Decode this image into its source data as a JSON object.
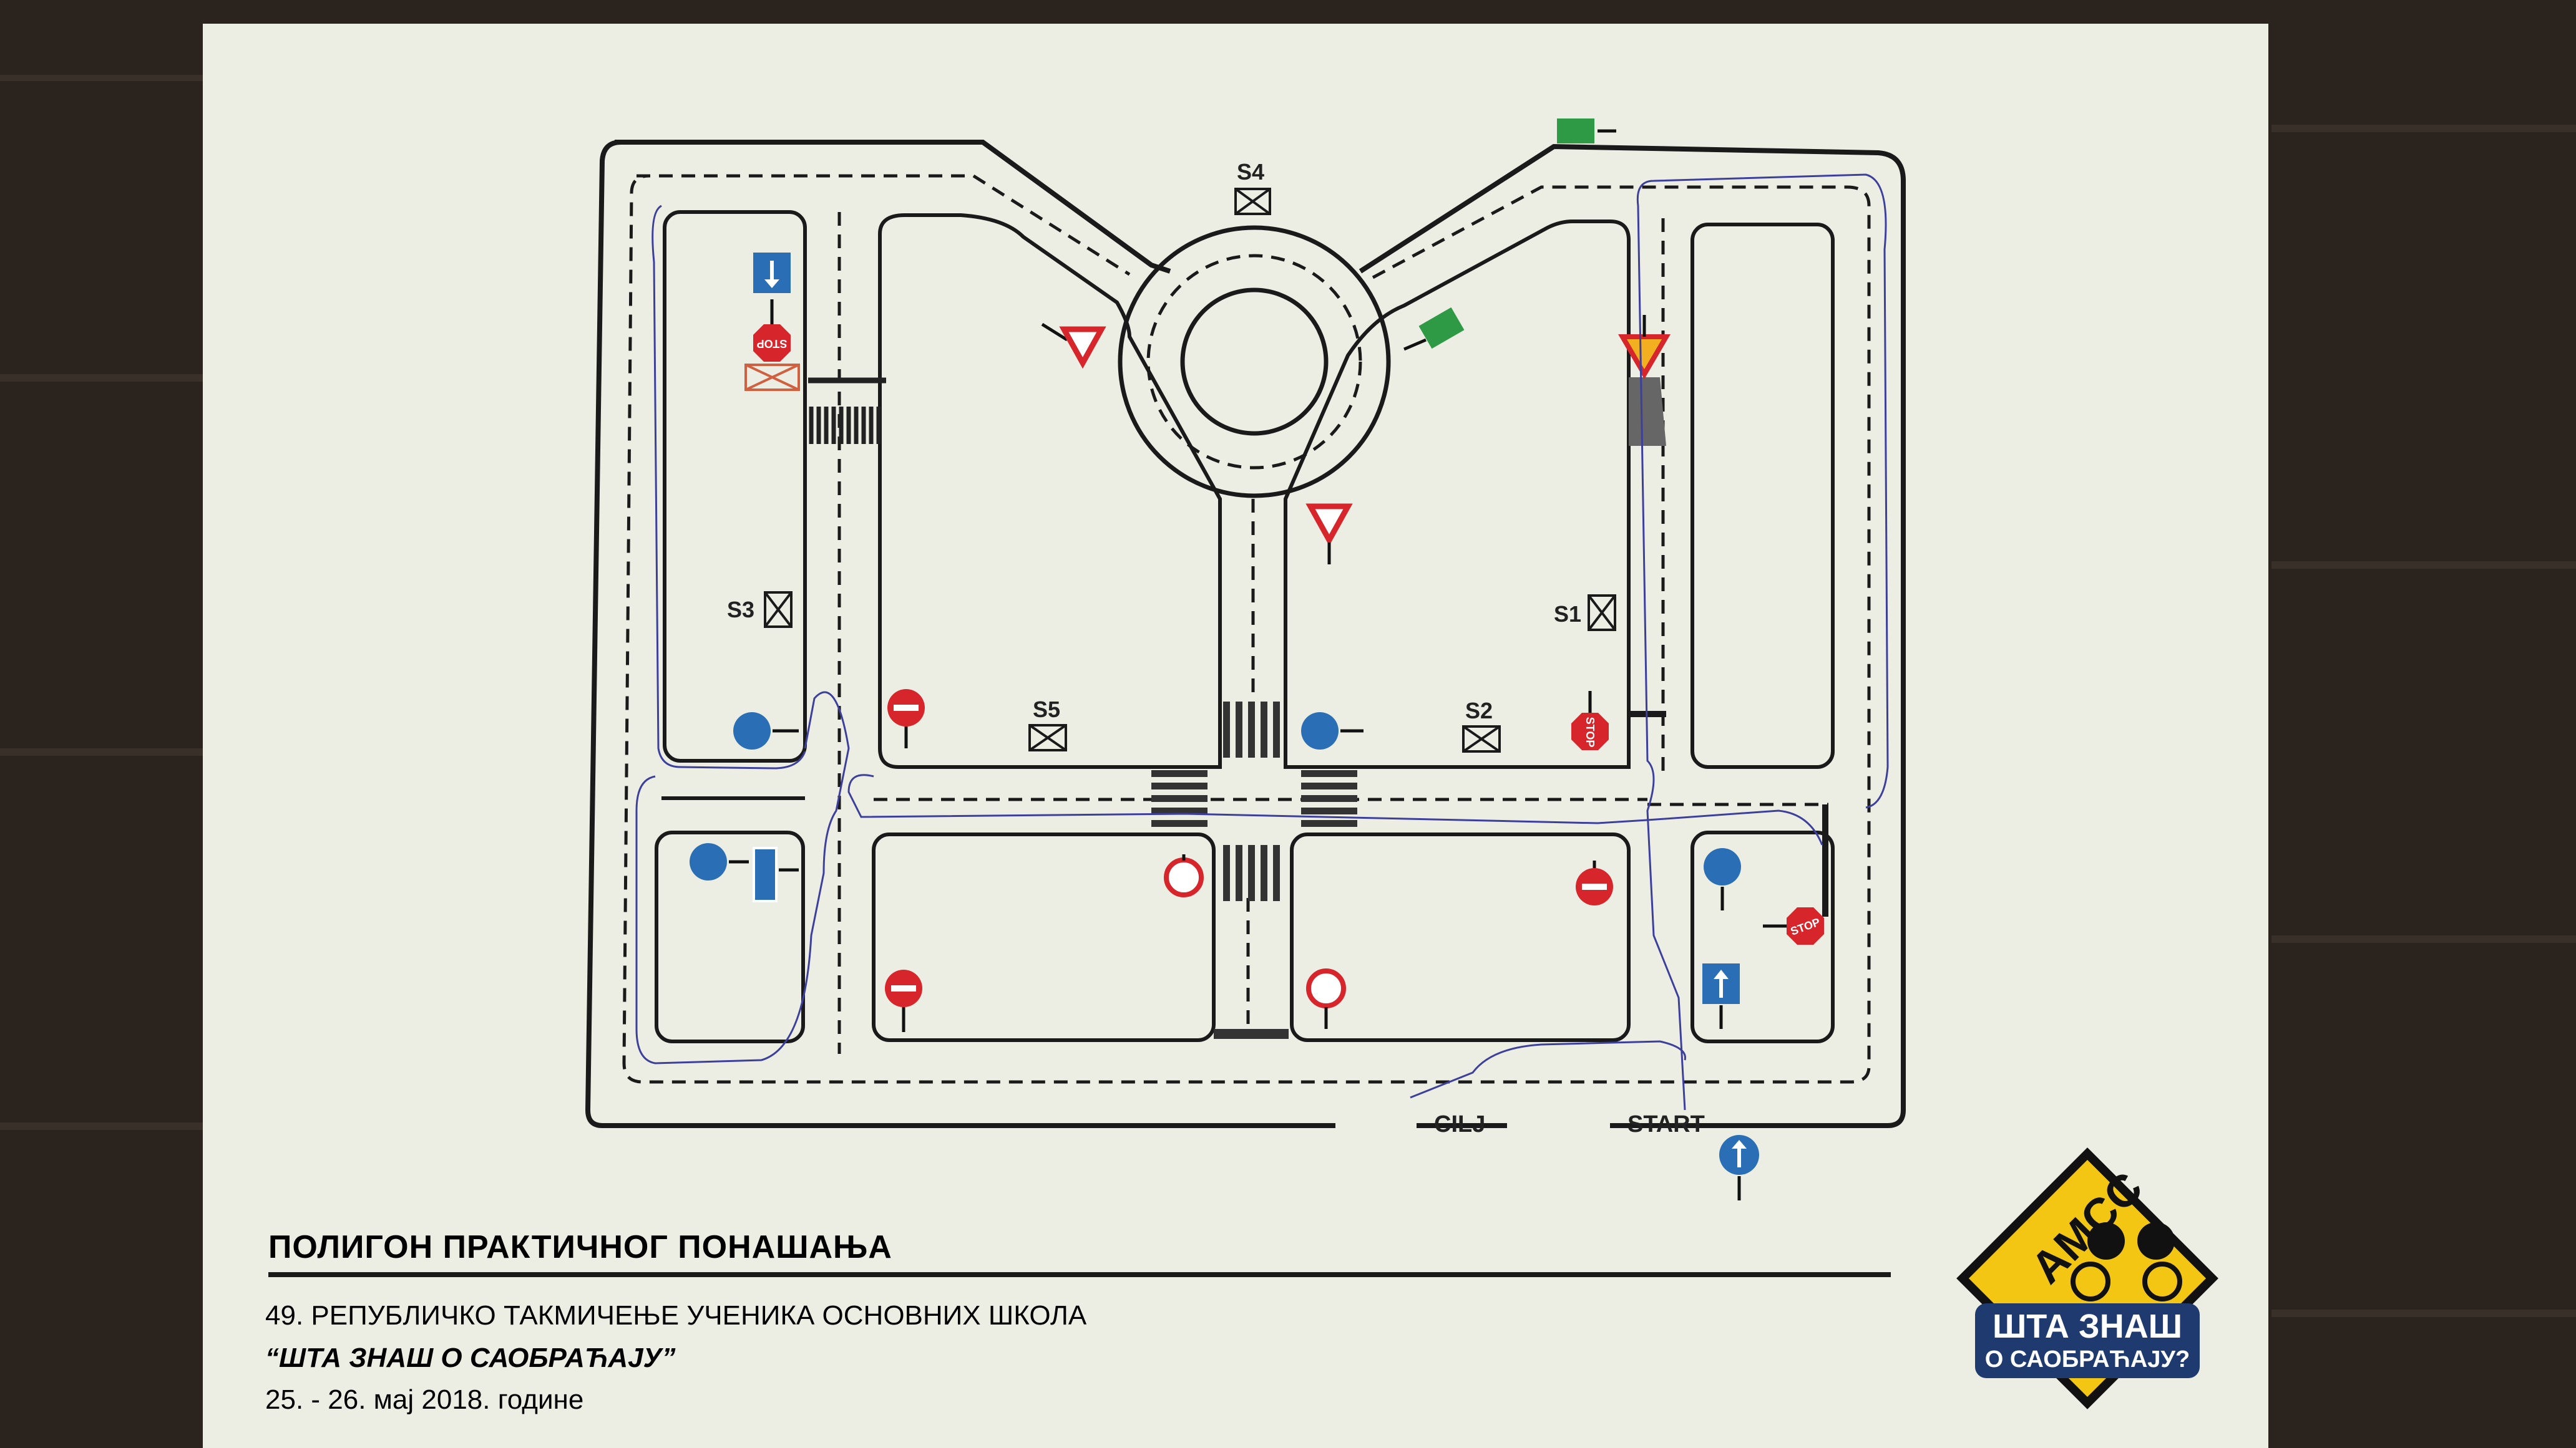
{
  "diagram": {
    "labels": {
      "s1": "S1",
      "s2": "S2",
      "s3": "S3",
      "s4": "S4",
      "s5": "S5",
      "finish": "CILJ",
      "start": "START"
    },
    "sign_labels": {
      "stop": "STOP"
    }
  },
  "footer": {
    "heading": "ПОЛИГОН ПРАКТИЧНОГ ПОНАШАЊА",
    "line1": "49. РЕПУБЛИЧКО ТАКМИЧЕЊЕ УЧЕНИКА ОСНОВНИХ ШКОЛА",
    "line2": "“ШТА ЗНАШ О САОБРАЋАЈУ”",
    "line3": "25. - 26. мај 2018. године"
  },
  "logo": {
    "top_text": "АМСС",
    "bottom_text_1": "ШТА ЗНАШ",
    "bottom_text_2": "О САОБРАЋАЈУ?",
    "colors": {
      "yellow": "#f4c614",
      "black": "#111111",
      "navy": "#1f3a6e"
    }
  },
  "colors": {
    "sign_blue": "#2a6fb5",
    "sign_red": "#d6262b",
    "sign_green": "#2e9a45",
    "route_line": "#3c3f9c",
    "road_line": "#1a1a1a"
  }
}
